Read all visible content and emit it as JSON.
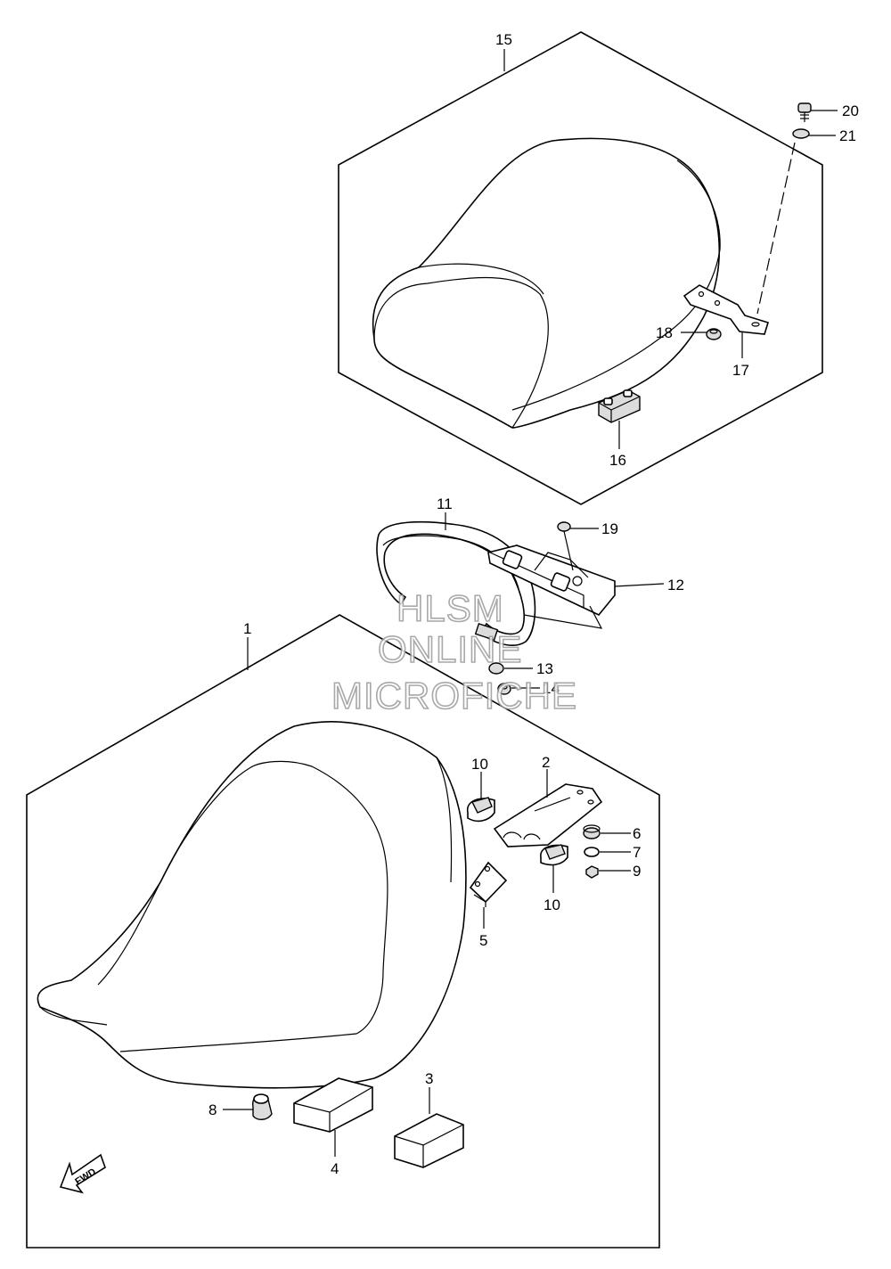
{
  "callouts": {
    "c1": "1",
    "c2": "2",
    "c3": "3",
    "c4": "4",
    "c5": "5",
    "c6": "6",
    "c7": "7",
    "c8": "8",
    "c9": "9",
    "c10a": "10",
    "c10b": "10",
    "c11": "11",
    "c12": "12",
    "c13": "13",
    "c14": "14",
    "c15": "15",
    "c16": "16",
    "c17": "17",
    "c18": "18",
    "c19": "19",
    "c20": "20",
    "c21": "21"
  },
  "watermark": {
    "line1": "HLSM",
    "line2": "ONLINE",
    "line3": "MICROFICHE"
  },
  "fwd_label": "FWD"
}
